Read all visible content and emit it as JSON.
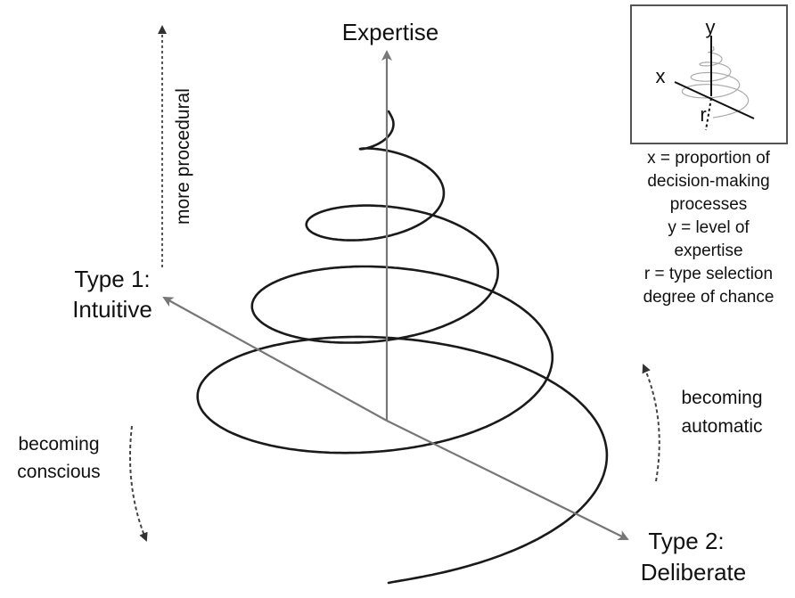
{
  "labels": {
    "expertise": "Expertise",
    "more_procedural": "more procedural",
    "type1_line1": "Type 1:",
    "type1_line2": "Intuitive",
    "type2_line1": "Type 2:",
    "type2_line2": "Deliberate",
    "becoming_conscious_line1": "becoming",
    "becoming_conscious_line2": "conscious",
    "becoming_automatic_line1": "becoming",
    "becoming_automatic_line2": "automatic"
  },
  "inset": {
    "x_label": "x",
    "y_label": "y",
    "r_label": "r"
  },
  "legend": [
    "x = proportion of",
    "decision-making",
    "processes",
    "y = level of",
    "expertise",
    "r = type selection",
    "degree of chance"
  ],
  "colors": {
    "spiral": "#1a1a1a",
    "axis": "#777777",
    "dashed": "#444444",
    "inset_spiral": "#aaaaaa"
  }
}
